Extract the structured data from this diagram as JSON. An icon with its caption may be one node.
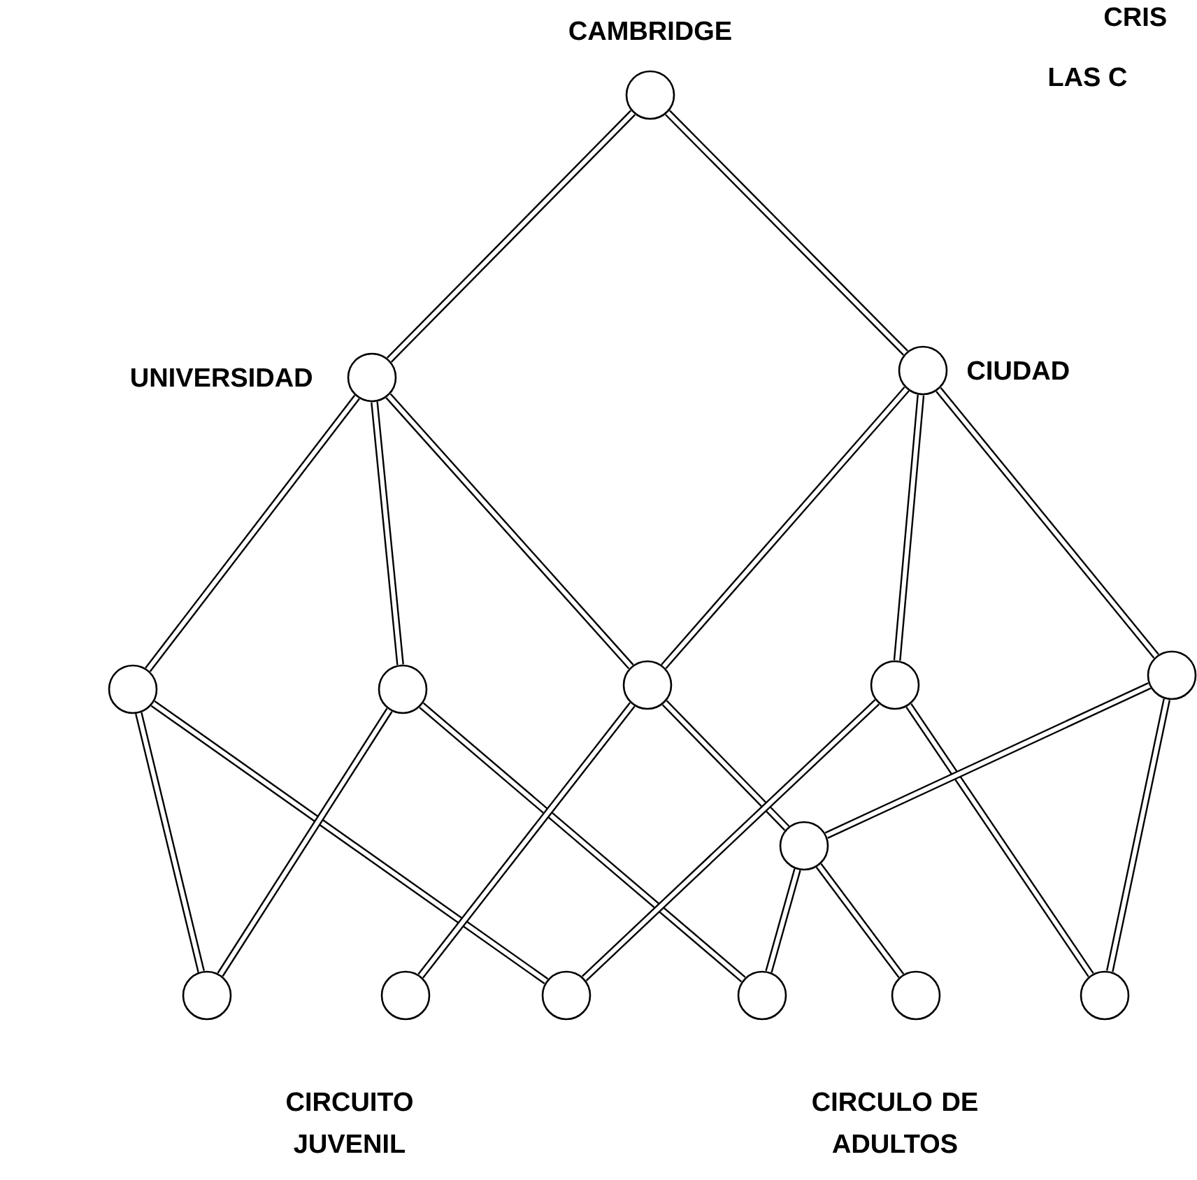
{
  "diagram": {
    "nodes": [
      {
        "text": [
          "CAMBRIDGE"
        ]
      },
      {
        "text": [
          "UNIVERSIDAD"
        ]
      },
      {
        "text": [
          "CIUDAD"
        ]
      },
      {
        "text": [],
        "shape": "circle"
      },
      {
        "text": [],
        "shape": "circle"
      },
      {
        "text": [],
        "shape": "circle"
      },
      {
        "text": [],
        "shape": "circle"
      },
      {
        "text": [],
        "shape": "circle"
      },
      {
        "text": [],
        "shape": "circle"
      },
      {
        "text": [],
        "shape": "circle"
      },
      {
        "text": [],
        "shape": "circle"
      },
      {
        "text": [],
        "shape": "circle"
      },
      {
        "text": [],
        "shape": "circle"
      },
      {
        "text": [],
        "shape": "circle"
      },
      {
        "text": [],
        "shape": "circle"
      }
    ],
    "edges": [
      {
        "from": 0,
        "to": 1,
        "arrow": "none"
      },
      {
        "from": 0,
        "to": 2,
        "arrow": "none"
      },
      {
        "from": 1,
        "to": 3,
        "arrow": "none"
      },
      {
        "from": 1,
        "to": 4,
        "arrow": "none"
      },
      {
        "from": 1,
        "to": 5,
        "arrow": "none"
      },
      {
        "from": 2,
        "to": 5,
        "arrow": "none"
      },
      {
        "from": 2,
        "to": 6,
        "arrow": "none"
      },
      {
        "from": 2,
        "to": 7,
        "arrow": "none"
      },
      {
        "from": 3,
        "to": 9,
        "arrow": "none"
      },
      {
        "from": 3,
        "to": 11,
        "arrow": "none"
      },
      {
        "from": 4,
        "to": 9,
        "arrow": "none"
      },
      {
        "from": 4,
        "to": 12,
        "arrow": "none"
      },
      {
        "from": 5,
        "to": 10,
        "arrow": "none"
      },
      {
        "from": 5,
        "to": 8,
        "arrow": "none"
      },
      {
        "from": 6,
        "to": 11,
        "arrow": "none"
      },
      {
        "from": 6,
        "to": 14,
        "arrow": "none"
      },
      {
        "from": 7,
        "to": 8,
        "arrow": "none"
      },
      {
        "from": 7,
        "to": 14,
        "arrow": "none"
      },
      {
        "from": 8,
        "to": 12,
        "arrow": "none"
      },
      {
        "from": 8,
        "to": 13,
        "arrow": "none"
      }
    ],
    "labels": [
      "CRIS",
      "LAS C",
      "CIRCUITO JUVENIL",
      "CIRCULO DE ADULTOS"
    ]
  }
}
